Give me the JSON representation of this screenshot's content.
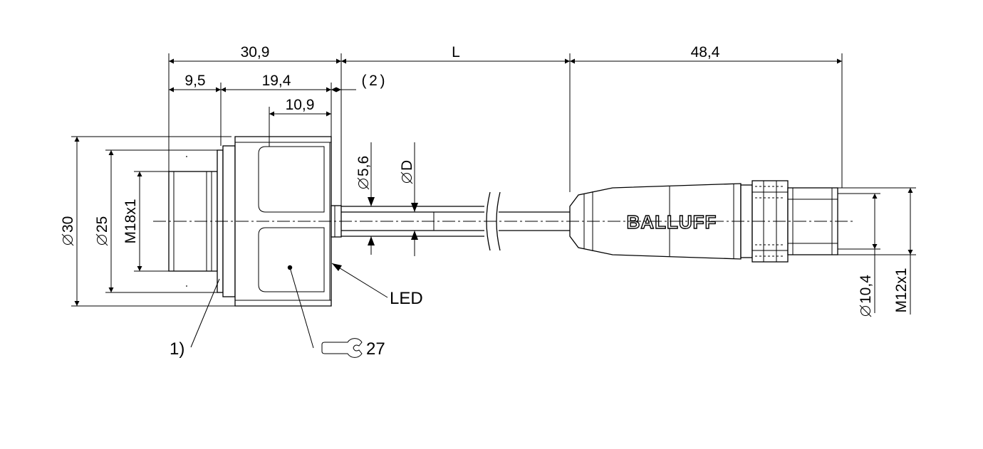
{
  "dimensions": {
    "overall_sensor_length": "30,9",
    "cable_length": "L",
    "connector_length": "48,4",
    "thread_length": "9,5",
    "housing_length": "19,4",
    "flat_length": "10,9",
    "gap": "2",
    "cable_dia_inner": "5,6",
    "cable_dia": "D",
    "dia_30": "30",
    "dia_25": "25",
    "thread_sensor": "M18x1",
    "dia_connector": "10,4",
    "thread_connector": "M12x1",
    "wrench_size": "27"
  },
  "callouts": {
    "led": "LED",
    "note_1": "1)"
  },
  "brand": "BALLUFF",
  "icons": {
    "wrench": "open-end-wrench-icon",
    "diameter": "diameter-symbol"
  }
}
